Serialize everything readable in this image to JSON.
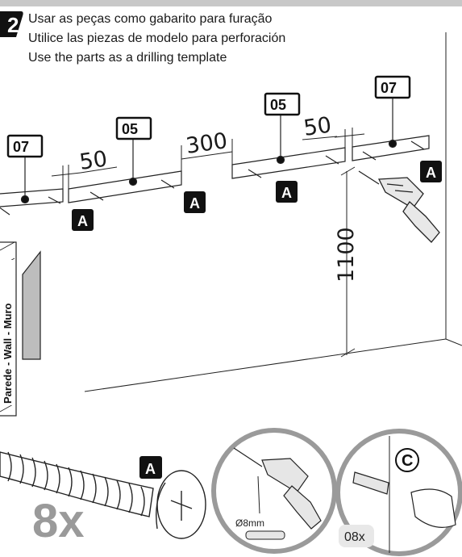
{
  "step": {
    "number": "2"
  },
  "instructions": {
    "pt": "Usar as peças como gabarito para furação",
    "es": "Utilice las piezas de modelo para perforación",
    "en": "Use the parts as a drilling template"
  },
  "part_labels": {
    "left": "07",
    "mid_left": "05",
    "mid_right": "05",
    "right": "07"
  },
  "dimensions": {
    "gap_left": "50",
    "gap_mid": "300",
    "gap_right": "50",
    "height": "1100"
  },
  "screw_tag": "A",
  "wall_label": "Parede - Wall - Muro",
  "screw_qty": "8x",
  "drill_bit": "Ø8mm",
  "anchor_tag": "C",
  "anchor_qty": "08x"
}
